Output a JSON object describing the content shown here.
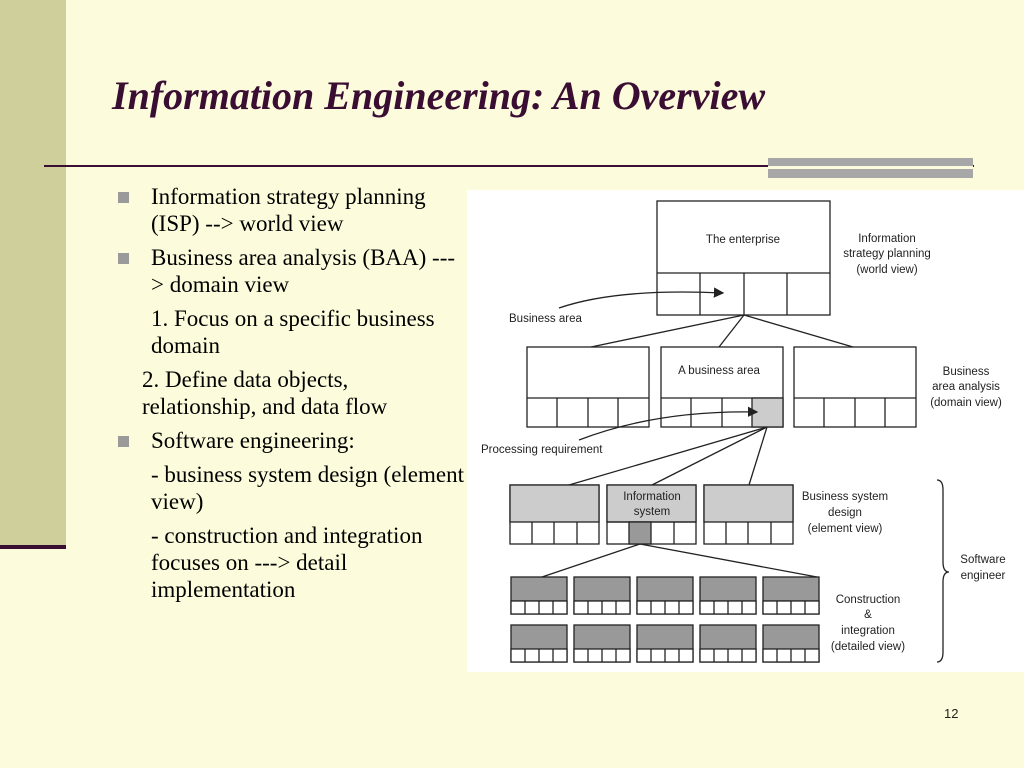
{
  "slide": {
    "title": "Information Engineering: An Overview",
    "page_number": "12"
  },
  "bullets": [
    {
      "text": "Information strategy planning (ISP) --> world view",
      "level": 0
    },
    {
      "text": "Business area analysis (BAA) ---> domain view",
      "level": 0
    },
    {
      "text": "1. Focus on a specific business domain",
      "level": 1
    },
    {
      "text": "2. Define data objects, relationship, and data flow",
      "level": 2
    },
    {
      "text": "Software engineering:",
      "level": 0
    },
    {
      "text": "- business system design (element view)",
      "level": 1
    },
    {
      "text": "- construction and integration focuses on ---> detail implementation",
      "level": 1
    }
  ],
  "diagram": {
    "enterprise_label": "The enterprise",
    "isp_label": [
      "Information",
      "strategy planning",
      "(world view)"
    ],
    "business_area_pointer": "Business area",
    "business_area_box": "A business area",
    "baa_label": [
      "Business",
      "area analysis",
      "(domain view)"
    ],
    "processing_requirement": "Processing requirement",
    "information_system_box": [
      "Information",
      "system"
    ],
    "bsd_label": [
      "Business system",
      "design",
      "(element view)"
    ],
    "software_engineer_label": [
      "Software",
      "engineer"
    ],
    "construction_label": [
      "Construction",
      "&",
      "integration",
      "(detailed view)"
    ]
  },
  "colors": {
    "background": "#fcfcdc",
    "band": "#cfcf9c",
    "accent": "#3a0d33",
    "light_gray_fill": "#cccccc",
    "dark_gray_fill": "#999999"
  }
}
